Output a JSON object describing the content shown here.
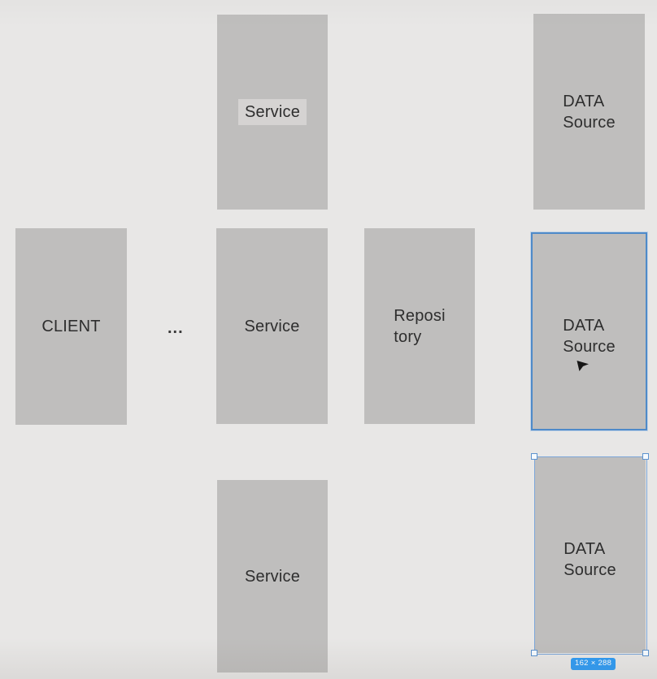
{
  "canvas": {
    "background_color": "#e8e7e6",
    "shape_fill_color": "#bfbebd",
    "text_color": "#2e2e2e",
    "selection_border_color": "#4e8ac9",
    "badge_color": "#2f9bf3",
    "ellipsis": "...",
    "boxes": {
      "service_top": {
        "label": "Service"
      },
      "data_source_top": {
        "label": "DATA\nSource"
      },
      "client": {
        "label": "CLIENT"
      },
      "service_middle": {
        "label": "Service"
      },
      "repository": {
        "label": "Reposi\ntory"
      },
      "data_source_middle": {
        "label": "DATA\nSource"
      },
      "service_bottom": {
        "label": "Service"
      },
      "data_source_bottom": {
        "label": "DATA\nSource"
      }
    },
    "selection": {
      "size_badge": "162 × 288"
    }
  }
}
